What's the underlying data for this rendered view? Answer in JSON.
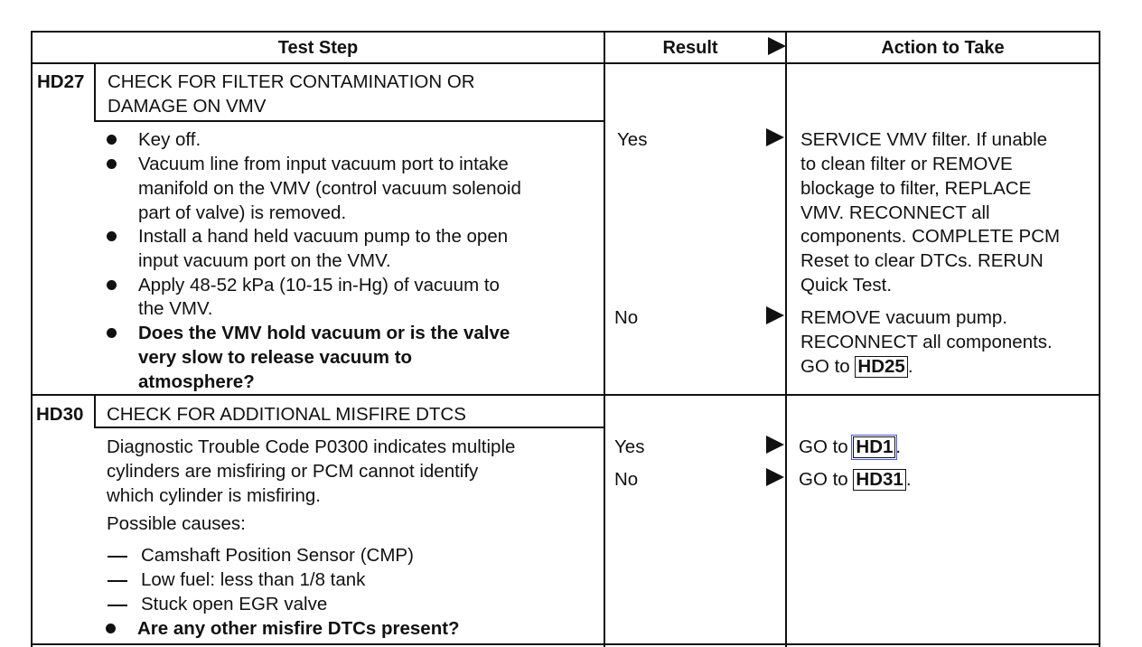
{
  "header": {
    "test_step": "Test Step",
    "result": "Result",
    "action": "Action to Take"
  },
  "hd27": {
    "code": "HD27",
    "title_line1": "CHECK FOR FILTER CONTAMINATION OR",
    "title_line2": "DAMAGE ON VMV",
    "steps": [
      "Key off.",
      "Vacuum line from input vacuum port to intake",
      "manifold on the VMV (control vacuum solenoid",
      "part of valve) is removed.",
      "Install a hand held vacuum pump to the open",
      "input vacuum port on the VMV.",
      "Apply 48-52 kPa (10-15 in-Hg) of vacuum to",
      "the VMV.",
      "Does the VMV hold vacuum or is the valve",
      "very slow to release vacuum to",
      "atmosphere?"
    ],
    "yes_label": "Yes",
    "yes_action": [
      "SERVICE VMV filter. If unable",
      "to clean filter or REMOVE",
      "blockage to filter, REPLACE",
      "VMV. RECONNECT all",
      "components. COMPLETE PCM",
      "Reset to clear DTCs. RERUN",
      "Quick Test."
    ],
    "no_label": "No",
    "no_action": [
      "REMOVE vacuum pump.",
      "RECONNECT all components."
    ],
    "no_goto_prefix": "GO to",
    "no_goto_ref": "HD25",
    "no_goto_suffix": "."
  },
  "hd30": {
    "code": "HD30",
    "title": "CHECK FOR ADDITIONAL MISFIRE DTCS",
    "desc": [
      "Diagnostic Trouble Code P0300 indicates multiple",
      "cylinders are misfiring or PCM cannot identify",
      "which cylinder is misfiring."
    ],
    "possible_causes": "Possible causes:",
    "causes": [
      "Camshaft Position Sensor (CMP)",
      "Low fuel: less than 1/8 tank",
      "Stuck open EGR valve"
    ],
    "question": "Are any other misfire DTCs present?",
    "yes_label": "Yes",
    "yes_goto_prefix": "GO to",
    "yes_goto_ref": "HD1",
    "yes_goto_suffix": ".",
    "no_label": "No",
    "no_goto_prefix": "GO to",
    "no_goto_ref": "HD31",
    "no_goto_suffix": "."
  }
}
